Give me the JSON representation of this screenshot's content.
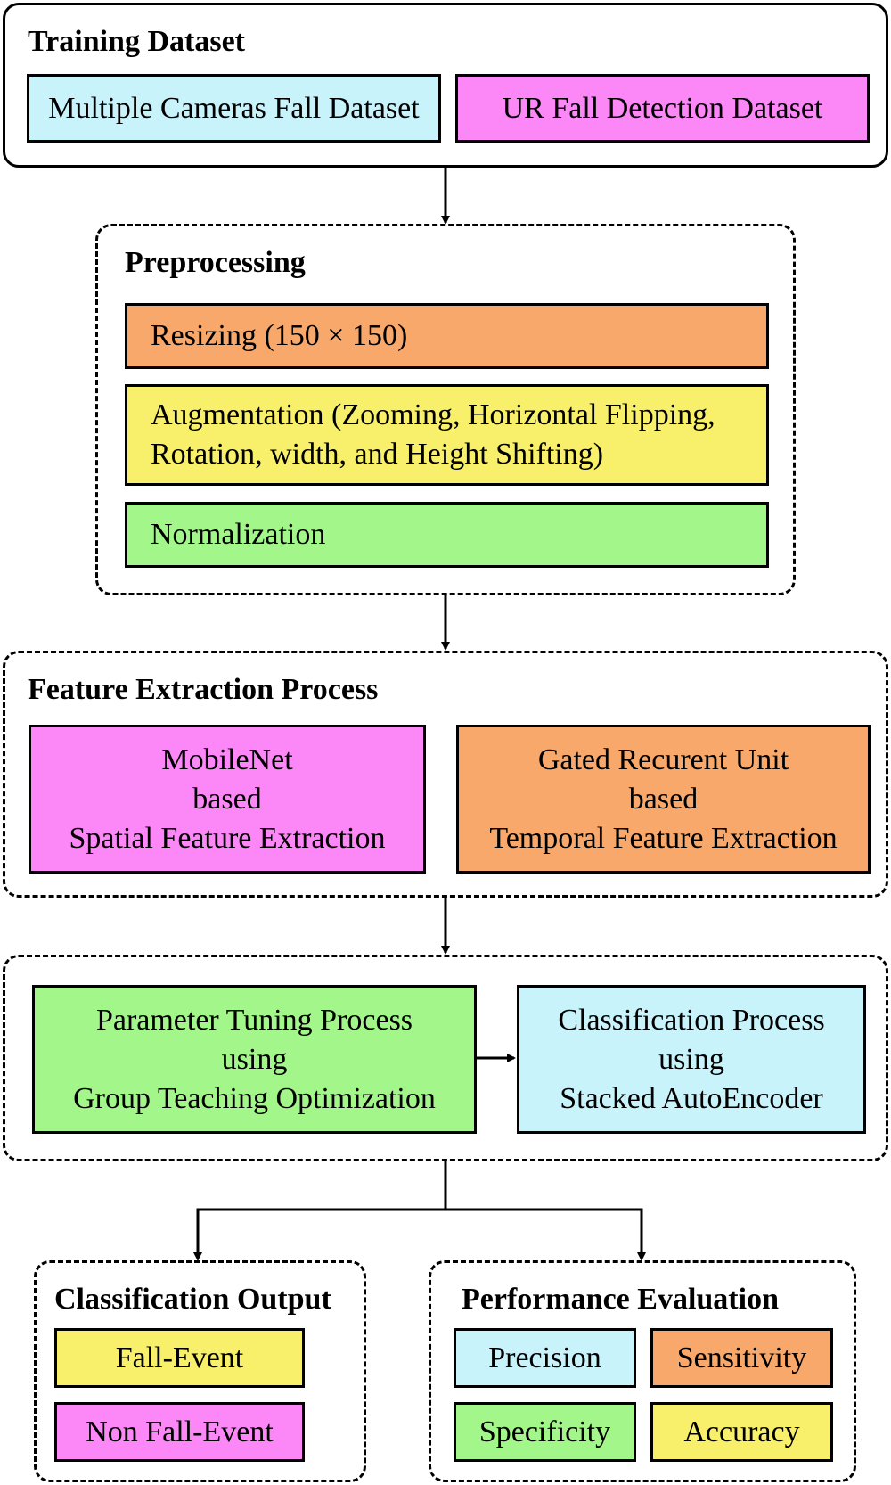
{
  "training": {
    "title": "Training Dataset",
    "datasets": [
      "Multiple Cameras Fall Dataset",
      "UR Fall Detection Dataset"
    ]
  },
  "preprocessing": {
    "title": "Preprocessing",
    "steps": [
      "Resizing (150 × 150)",
      "Augmentation (Zooming, Horizontal Flipping,\nRotation, width, and Height Shifting)",
      "Normalization"
    ]
  },
  "feature_extraction": {
    "title": "Feature Extraction Process",
    "methods": [
      "MobileNet\nbased\nSpatial Feature Extraction",
      "Gated Recurent Unit\nbased\nTemporal Feature Extraction"
    ]
  },
  "classification_stage": {
    "tuning": "Parameter Tuning Process\nusing\nGroup Teaching Optimization",
    "classifier": "Classification Process\nusing\nStacked AutoEncoder"
  },
  "output": {
    "title": "Classification Output",
    "classes": [
      "Fall-Event",
      "Non Fall-Event"
    ]
  },
  "evaluation": {
    "title": "Performance Evaluation",
    "metrics": [
      "Precision",
      "Sensitivity",
      "Specificity",
      "Accuracy"
    ]
  },
  "colors": {
    "cyan": "#c9f3fb",
    "magenta": "#fb88f6",
    "orange": "#f7a86a",
    "yellow": "#f8f06a",
    "green": "#a3f78a"
  }
}
